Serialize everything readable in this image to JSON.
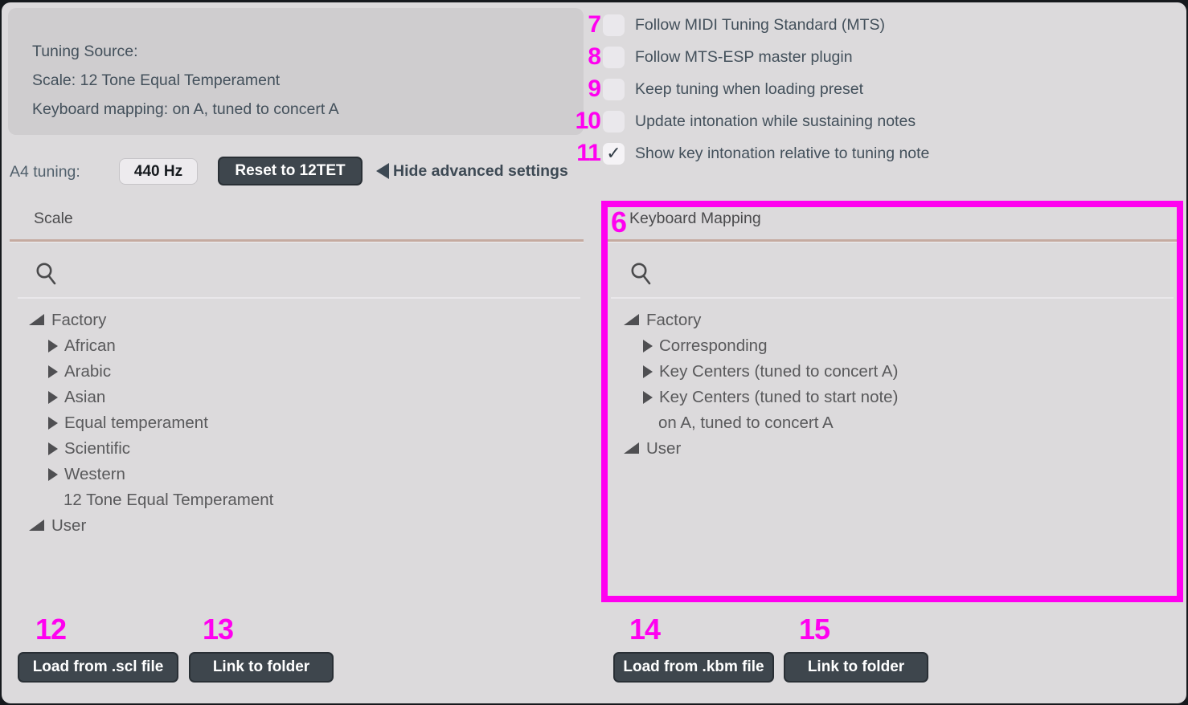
{
  "colors": {
    "frame": "#23272c",
    "bg": "#dcdadc",
    "panel": "#cfcdcf",
    "text-dark": "#43505b",
    "text-tree": "#59595b",
    "text-header": "#4b4b4d",
    "button-bg": "#3e464d",
    "button-border": "#292f35",
    "button-text": "#ffffff",
    "input-bg": "#edebee",
    "input-border": "#c6c4c8",
    "checkbox-bg": "#eae8ec",
    "checkbox-checked-bg": "#f5f3f6",
    "divider-tan": "#c5aaa0",
    "divider-light": "#e9e7ea",
    "annotation": "#ff00f0"
  },
  "tuning_info": {
    "line1": "Tuning Source:",
    "line2": "Scale: 12 Tone Equal Temperament",
    "line3": "Keyboard mapping: on A, tuned to concert A"
  },
  "checkboxes": [
    {
      "mark": "7",
      "label": "Follow MIDI Tuning Standard (MTS)",
      "checked": false
    },
    {
      "mark": "8",
      "label": "Follow MTS-ESP master plugin",
      "checked": false
    },
    {
      "mark": "9",
      "label": "Keep tuning when loading preset",
      "checked": false
    },
    {
      "mark": "10",
      "label": "Update intonation while sustaining notes",
      "checked": false
    },
    {
      "mark": "11",
      "label": "Show key intonation relative to tuning note",
      "checked": true
    }
  ],
  "check_icon": "✓",
  "a4": {
    "label": "A4 tuning:",
    "value": "440 Hz",
    "reset_label": "Reset to 12TET",
    "hide_label": "Hide advanced settings"
  },
  "scale_panel": {
    "title": "Scale",
    "tree": [
      {
        "label": "Factory",
        "state": "expanded",
        "level": 0
      },
      {
        "label": "African",
        "state": "collapsed",
        "level": 1
      },
      {
        "label": "Arabic",
        "state": "collapsed",
        "level": 1
      },
      {
        "label": "Asian",
        "state": "collapsed",
        "level": 1
      },
      {
        "label": "Equal temperament",
        "state": "collapsed",
        "level": 1
      },
      {
        "label": "Scientific",
        "state": "collapsed",
        "level": 1
      },
      {
        "label": "Western",
        "state": "collapsed",
        "level": 1
      },
      {
        "label": "12 Tone Equal Temperament",
        "state": "leaf",
        "level": 1
      },
      {
        "label": "User",
        "state": "expanded",
        "level": 0
      }
    ],
    "buttons": [
      {
        "mark": "12",
        "label": "Load from .scl file"
      },
      {
        "mark": "13",
        "label": "Link to folder"
      }
    ]
  },
  "mapping_panel": {
    "mark": "6",
    "title": "Keyboard Mapping",
    "tree": [
      {
        "label": "Factory",
        "state": "expanded",
        "level": 0
      },
      {
        "label": "Corresponding",
        "state": "collapsed",
        "level": 1
      },
      {
        "label": "Key Centers (tuned to concert A)",
        "state": "collapsed",
        "level": 1
      },
      {
        "label": "Key Centers (tuned to start note)",
        "state": "collapsed",
        "level": 1
      },
      {
        "label": "on A, tuned to concert A",
        "state": "leaf",
        "level": 1
      },
      {
        "label": "User",
        "state": "expanded",
        "level": 0
      }
    ],
    "buttons": [
      {
        "mark": "14",
        "label": "Load from .kbm file"
      },
      {
        "mark": "15",
        "label": "Link to folder"
      }
    ]
  }
}
